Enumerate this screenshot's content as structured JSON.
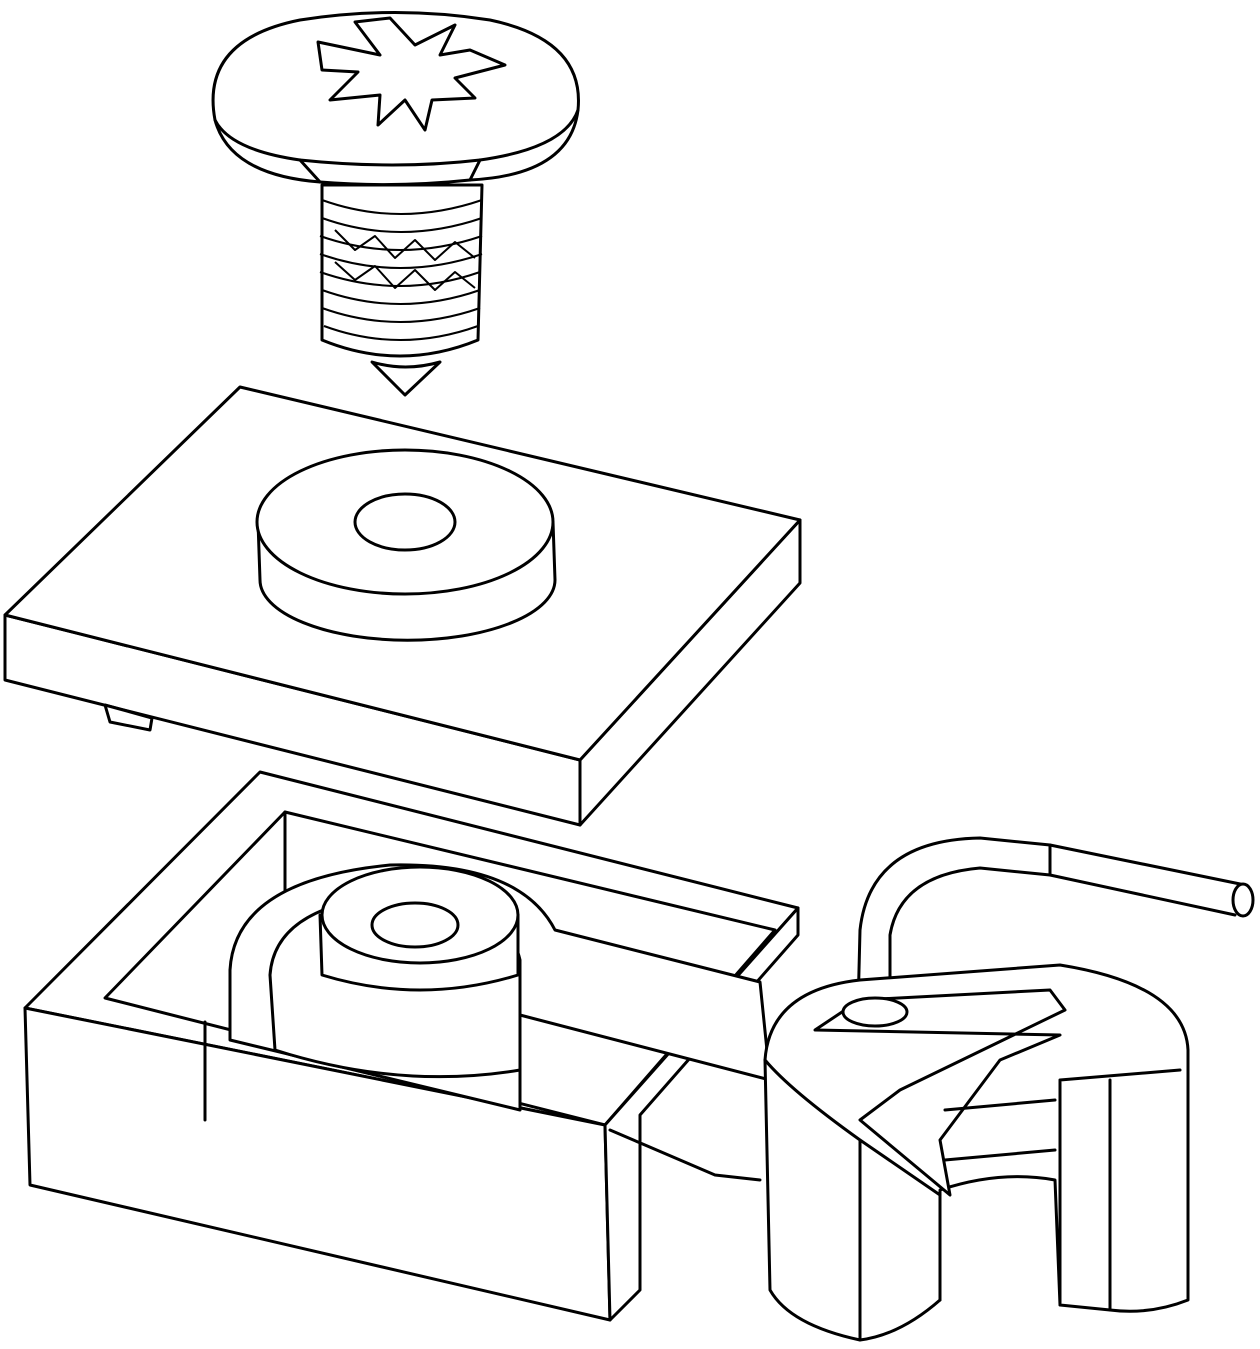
{
  "diagram": {
    "type": "exploded-assembly-line-drawing",
    "parts": [
      "phillips-pan-head-screw",
      "mounting-plate-with-boss",
      "base-housing",
      "wire-clip"
    ],
    "colors": {
      "line": "#000000",
      "background": "#ffffff"
    }
  }
}
